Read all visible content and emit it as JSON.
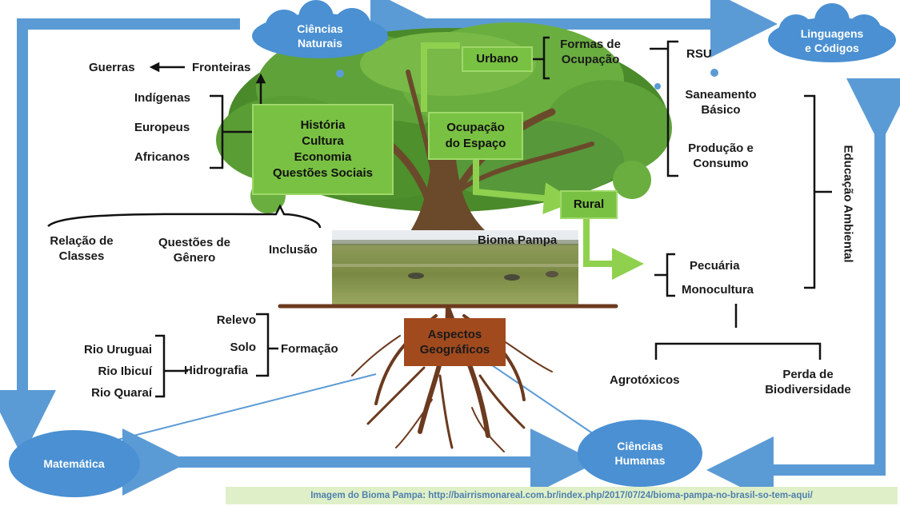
{
  "clouds": {
    "naturais": [
      "Ciências",
      "Naturais"
    ],
    "linguagens": [
      "Linguagens",
      "e Códigos"
    ],
    "matematica": "Matemática",
    "humanas": [
      "Ciências",
      "Humanas"
    ]
  },
  "left": {
    "guerras": "Guerras",
    "fronteiras": "Fronteiras",
    "peoples": [
      "Indígenas",
      "Europeus",
      "Africanos"
    ],
    "history_box": [
      "História",
      "Cultura",
      "Economia",
      "Questões Sociais"
    ],
    "relacao": [
      "Relação de",
      "Classes"
    ],
    "genero": [
      "Questões de",
      "Gênero"
    ],
    "inclusao": "Inclusão"
  },
  "center": {
    "urbano": "Urbano",
    "ocupacao_box": [
      "Ocupação",
      "do Espaço"
    ],
    "rural": "Rural",
    "formas": [
      "Formas de",
      "Ocupação"
    ],
    "bioma": "Bioma Pampa",
    "aspectos": [
      "Aspectos",
      "Geográficos"
    ]
  },
  "right": {
    "rsu": "RSU",
    "saneamento": [
      "Saneamento",
      "Básico"
    ],
    "producao": [
      "Produção e",
      "Consumo"
    ],
    "pecuaria": "Pecuária",
    "monocultura": "Monocultura",
    "educacao": "Educação Ambiental",
    "agrotoxicos": "Agrotóxicos",
    "perda": [
      "Perda de",
      "Biodiversidade"
    ]
  },
  "bottom": {
    "relevo": "Relevo",
    "solo": "Solo",
    "hidrografia": "Hidrografia",
    "formacao": "Formação",
    "rios": [
      "Rio Uruguai",
      "Rio Ibicuí",
      "Rio Quaraí"
    ]
  },
  "caption": "Imagem do Bioma Pampa: http://bairrismonareal.com.br/index.php/2017/07/24/bioma-pampa-no-brasil-so-tem-aqui/",
  "colors": {
    "arrow_blue": "#5b9bd5",
    "cloud_blue": "#4a90d2",
    "box_green": "#79c142",
    "trunk_brown": "#6b4a2b",
    "aspect_brown": "#a14a1e"
  }
}
